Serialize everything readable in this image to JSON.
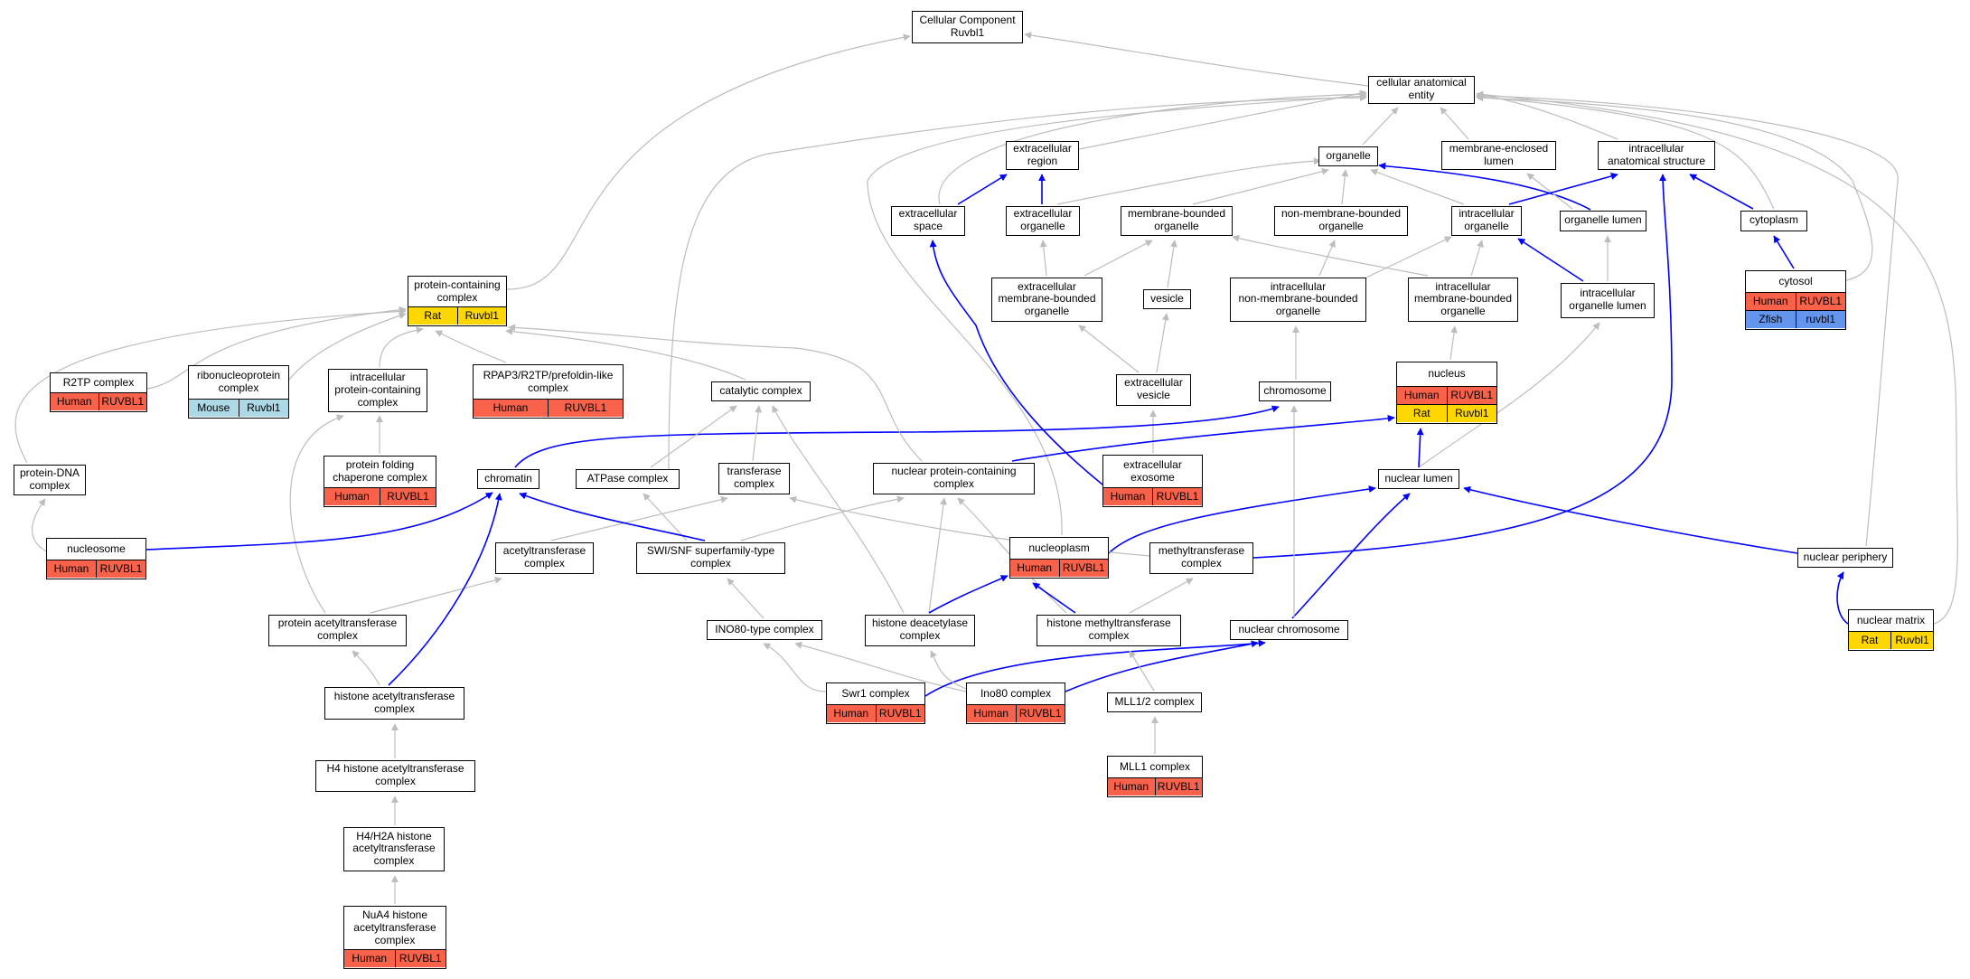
{
  "colors": {
    "Human": "#f9624a",
    "Rat": "#ffd700",
    "Mouse": "#add8e6",
    "Zfish": "#6495ed",
    "edge_gray": "#bdbdbd",
    "edge_blue": "#0000ff"
  },
  "nodes": {
    "cc_root": {
      "label": "Cellular Component\nRuvbl1"
    },
    "cae": {
      "label": "cellular anatomical\nentity"
    },
    "ecr": {
      "label": "extracellular\nregion"
    },
    "organelle": {
      "label": "organelle"
    },
    "mel": {
      "label": "membrane-enclosed\nlumen"
    },
    "ias": {
      "label": "intracellular\nanatomical structure"
    },
    "ecs": {
      "label": "extracellular\nspace"
    },
    "eco": {
      "label": "extracellular\norganelle"
    },
    "mbo": {
      "label": "membrane-bounded\norganelle"
    },
    "nmbo": {
      "label": "non-membrane-bounded\norganelle"
    },
    "io": {
      "label": "intracellular\norganelle"
    },
    "olumen": {
      "label": "organelle lumen"
    },
    "cytoplasm": {
      "label": "cytoplasm"
    },
    "pcc": {
      "label": "protein-containing\ncomplex",
      "rows": [
        [
          {
            "species": "Rat",
            "gene": "Ruvbl1"
          }
        ]
      ]
    },
    "cytosol": {
      "label": "cytosol",
      "rows": [
        [
          {
            "species": "Human",
            "gene": "RUVBL1"
          }
        ],
        [
          {
            "species": "Zfish",
            "gene": "ruvbl1"
          }
        ]
      ]
    },
    "ecmbo": {
      "label": "extracellular\nmembrane-bounded\norganelle"
    },
    "vesicle": {
      "label": "vesicle"
    },
    "inmbo": {
      "label": "intracellular\nnon-membrane-bounded\norganelle"
    },
    "imbo": {
      "label": "intracellular\nmembrane-bounded\norganelle"
    },
    "iol": {
      "label": "intracellular\norganelle lumen"
    },
    "r2tp": {
      "label": "R2TP complex",
      "rows": [
        [
          {
            "species": "Human",
            "gene": "RUVBL1"
          }
        ]
      ]
    },
    "rnp": {
      "label": "ribonucleoprotein\ncomplex",
      "rows": [
        [
          {
            "species": "Mouse",
            "gene": "Ruvbl1"
          }
        ]
      ]
    },
    "ipcc": {
      "label": "intracellular\nprotein-containing\ncomplex"
    },
    "rpap3": {
      "label": "RPAP3/R2TP/prefoldin-like\ncomplex",
      "rows": [
        [
          {
            "species": "Human",
            "gene": "RUVBL1"
          }
        ]
      ]
    },
    "catalytic": {
      "label": "catalytic complex"
    },
    "ecves": {
      "label": "extracellular\nvesicle"
    },
    "chromosome": {
      "label": "chromosome"
    },
    "nucleus": {
      "label": "nucleus",
      "rows": [
        [
          {
            "species": "Human",
            "gene": "RUVBL1"
          }
        ],
        [
          {
            "species": "Rat",
            "gene": "Ruvbl1"
          }
        ]
      ]
    },
    "pdna": {
      "label": "protein-DNA\ncomplex"
    },
    "pfcc": {
      "label": "protein folding\nchaperone complex",
      "rows": [
        [
          {
            "species": "Human",
            "gene": "RUVBL1"
          }
        ]
      ]
    },
    "chromatin": {
      "label": "chromatin"
    },
    "atpase": {
      "label": "ATPase complex"
    },
    "transferase": {
      "label": "transferase\ncomplex"
    },
    "npcc": {
      "label": "nuclear protein-containing\ncomplex"
    },
    "exosome": {
      "label": "extracellular\nexosome",
      "rows": [
        [
          {
            "species": "Human",
            "gene": "RUVBL1"
          }
        ]
      ]
    },
    "nlumen": {
      "label": "nuclear lumen"
    },
    "nucleosome": {
      "label": "nucleosome",
      "rows": [
        [
          {
            "species": "Human",
            "gene": "RUVBL1"
          }
        ]
      ]
    },
    "actrans": {
      "label": "acetyltransferase\ncomplex"
    },
    "swisnf": {
      "label": "SWI/SNF superfamily-type\ncomplex"
    },
    "nucleoplasm": {
      "label": "nucleoplasm",
      "rows": [
        [
          {
            "species": "Human",
            "gene": "RUVBL1"
          }
        ]
      ]
    },
    "mtrans": {
      "label": "methyltransferase\ncomplex"
    },
    "nperiph": {
      "label": "nuclear periphery"
    },
    "pact": {
      "label": "protein acetyltransferase\ncomplex"
    },
    "ino80t": {
      "label": "INO80-type complex"
    },
    "hdac": {
      "label": "histone deacetylase\ncomplex"
    },
    "hmt": {
      "label": "histone methyltransferase\ncomplex"
    },
    "nchrom": {
      "label": "nuclear chromosome"
    },
    "nmatrix": {
      "label": "nuclear matrix",
      "rows": [
        [
          {
            "species": "Rat",
            "gene": "Ruvbl1"
          }
        ]
      ]
    },
    "hat": {
      "label": "histone acetyltransferase\ncomplex"
    },
    "swr1": {
      "label": "Swr1 complex",
      "rows": [
        [
          {
            "species": "Human",
            "gene": "RUVBL1"
          }
        ]
      ]
    },
    "ino80": {
      "label": "Ino80 complex",
      "rows": [
        [
          {
            "species": "Human",
            "gene": "RUVBL1"
          }
        ]
      ]
    },
    "mll12": {
      "label": "MLL1/2 complex"
    },
    "h4hat": {
      "label": "H4 histone acetyltransferase\ncomplex"
    },
    "mll1": {
      "label": "MLL1 complex",
      "rows": [
        [
          {
            "species": "Human",
            "gene": "RUVBL1"
          }
        ]
      ]
    },
    "h4h2a": {
      "label": "H4/H2A histone\nacetyltransferase\ncomplex"
    },
    "nua4": {
      "label": "NuA4 histone\nacetyltransferase\ncomplex",
      "rows": [
        [
          {
            "species": "Human",
            "gene": "RUVBL1"
          }
        ]
      ]
    }
  },
  "edges": [
    {
      "from": "cae",
      "to": "cc_root",
      "color": "gray"
    },
    {
      "from": "pcc",
      "to": "cc_root",
      "color": "gray"
    },
    {
      "from": "ecr",
      "to": "cae",
      "color": "gray"
    },
    {
      "from": "organelle",
      "to": "cae",
      "color": "gray"
    },
    {
      "from": "mel",
      "to": "cae",
      "color": "gray"
    },
    {
      "from": "ias",
      "to": "cae",
      "color": "gray"
    },
    {
      "from": "ecs",
      "to": "cae",
      "color": "gray"
    },
    {
      "from": "cytoplasm",
      "to": "cae",
      "color": "gray"
    },
    {
      "from": "cytosol",
      "to": "cae",
      "color": "gray"
    },
    {
      "from": "chromatin",
      "to": "cae",
      "color": "gray"
    },
    {
      "from": "nucleoplasm",
      "to": "cae",
      "color": "gray"
    },
    {
      "from": "nperiph",
      "to": "cae",
      "color": "gray"
    },
    {
      "from": "nmatrix",
      "to": "cae",
      "color": "gray"
    },
    {
      "from": "ecs",
      "to": "ecr",
      "color": "blue"
    },
    {
      "from": "eco",
      "to": "ecr",
      "color": "blue"
    },
    {
      "from": "eco",
      "to": "organelle",
      "color": "gray"
    },
    {
      "from": "mbo",
      "to": "organelle",
      "color": "gray"
    },
    {
      "from": "nmbo",
      "to": "organelle",
      "color": "gray"
    },
    {
      "from": "io",
      "to": "organelle",
      "color": "gray"
    },
    {
      "from": "olumen",
      "to": "organelle",
      "color": "blue"
    },
    {
      "from": "olumen",
      "to": "mel",
      "color": "gray"
    },
    {
      "from": "io",
      "to": "ias",
      "color": "blue"
    },
    {
      "from": "cytoplasm",
      "to": "ias",
      "color": "blue"
    },
    {
      "from": "mtrans",
      "to": "ias",
      "color": "blue"
    },
    {
      "from": "cytosol",
      "to": "cytoplasm",
      "color": "blue"
    },
    {
      "from": "ecmbo",
      "to": "eco",
      "color": "gray"
    },
    {
      "from": "ecmbo",
      "to": "mbo",
      "color": "gray"
    },
    {
      "from": "vesicle",
      "to": "mbo",
      "color": "gray"
    },
    {
      "from": "imbo",
      "to": "mbo",
      "color": "gray"
    },
    {
      "from": "inmbo",
      "to": "nmbo",
      "color": "gray"
    },
    {
      "from": "inmbo",
      "to": "io",
      "color": "gray"
    },
    {
      "from": "imbo",
      "to": "io",
      "color": "gray"
    },
    {
      "from": "iol",
      "to": "io",
      "color": "blue"
    },
    {
      "from": "iol",
      "to": "olumen",
      "color": "gray"
    },
    {
      "from": "ecves",
      "to": "ecmbo",
      "color": "gray"
    },
    {
      "from": "ecves",
      "to": "vesicle",
      "color": "gray"
    },
    {
      "from": "exosome",
      "to": "ecves",
      "color": "gray"
    },
    {
      "from": "exosome",
      "to": "ecs",
      "color": "blue"
    },
    {
      "from": "chromosome",
      "to": "inmbo",
      "color": "gray"
    },
    {
      "from": "nucleus",
      "to": "imbo",
      "color": "gray"
    },
    {
      "from": "nlumen",
      "to": "iol",
      "color": "gray"
    },
    {
      "from": "nlumen",
      "to": "nucleus",
      "color": "blue"
    },
    {
      "from": "nchrom",
      "to": "nlumen",
      "color": "blue"
    },
    {
      "from": "nchrom",
      "to": "chromosome",
      "color": "gray"
    },
    {
      "from": "nperiph",
      "to": "nlumen",
      "color": "blue"
    },
    {
      "from": "nucleoplasm",
      "to": "nlumen",
      "color": "blue"
    },
    {
      "from": "nmatrix",
      "to": "nperiph",
      "color": "blue"
    },
    {
      "from": "chromatin",
      "to": "chromosome",
      "color": "blue"
    },
    {
      "from": "npcc",
      "to": "nucleus",
      "color": "blue"
    },
    {
      "from": "r2tp",
      "to": "pcc",
      "color": "gray"
    },
    {
      "from": "rnp",
      "to": "pcc",
      "color": "gray"
    },
    {
      "from": "ipcc",
      "to": "pcc",
      "color": "gray"
    },
    {
      "from": "rpap3",
      "to": "pcc",
      "color": "gray"
    },
    {
      "from": "catalytic",
      "to": "pcc",
      "color": "gray"
    },
    {
      "from": "npcc",
      "to": "pcc",
      "color": "gray"
    },
    {
      "from": "pdna",
      "to": "pcc",
      "color": "gray"
    },
    {
      "from": "pfcc",
      "to": "ipcc",
      "color": "gray"
    },
    {
      "from": "pact",
      "to": "ipcc",
      "color": "gray"
    },
    {
      "from": "nucleosome",
      "to": "pdna",
      "color": "gray"
    },
    {
      "from": "nucleosome",
      "to": "chromatin",
      "color": "blue"
    },
    {
      "from": "atpase",
      "to": "catalytic",
      "color": "gray"
    },
    {
      "from": "transferase",
      "to": "catalytic",
      "color": "gray"
    },
    {
      "from": "hdac",
      "to": "catalytic",
      "color": "gray"
    },
    {
      "from": "actrans",
      "to": "transferase",
      "color": "gray"
    },
    {
      "from": "mtrans",
      "to": "transferase",
      "color": "gray"
    },
    {
      "from": "swisnf",
      "to": "atpase",
      "color": "gray"
    },
    {
      "from": "swisnf",
      "to": "npcc",
      "color": "gray"
    },
    {
      "from": "swisnf",
      "to": "chromatin",
      "color": "blue"
    },
    {
      "from": "hdac",
      "to": "npcc",
      "color": "gray"
    },
    {
      "from": "hmt",
      "to": "npcc",
      "color": "gray"
    },
    {
      "from": "pact",
      "to": "actrans",
      "color": "gray"
    },
    {
      "from": "ino80t",
      "to": "swisnf",
      "color": "gray"
    },
    {
      "from": "hmt",
      "to": "mtrans",
      "color": "gray"
    },
    {
      "from": "hmt",
      "to": "nucleoplasm",
      "color": "blue"
    },
    {
      "from": "hdac",
      "to": "nucleoplasm",
      "color": "blue"
    },
    {
      "from": "hat",
      "to": "pact",
      "color": "gray"
    },
    {
      "from": "hat",
      "to": "chromatin",
      "color": "blue"
    },
    {
      "from": "swr1",
      "to": "ino80t",
      "color": "gray"
    },
    {
      "from": "ino80",
      "to": "ino80t",
      "color": "gray"
    },
    {
      "from": "swr1",
      "to": "nchrom",
      "color": "blue"
    },
    {
      "from": "ino80",
      "to": "nchrom",
      "color": "blue"
    },
    {
      "from": "ino80",
      "to": "hdac",
      "color": "gray"
    },
    {
      "from": "mll12",
      "to": "hmt",
      "color": "gray"
    },
    {
      "from": "mll1",
      "to": "mll12",
      "color": "gray"
    },
    {
      "from": "h4hat",
      "to": "hat",
      "color": "gray"
    },
    {
      "from": "h4h2a",
      "to": "h4hat",
      "color": "gray"
    },
    {
      "from": "nua4",
      "to": "h4h2a",
      "color": "gray"
    }
  ]
}
